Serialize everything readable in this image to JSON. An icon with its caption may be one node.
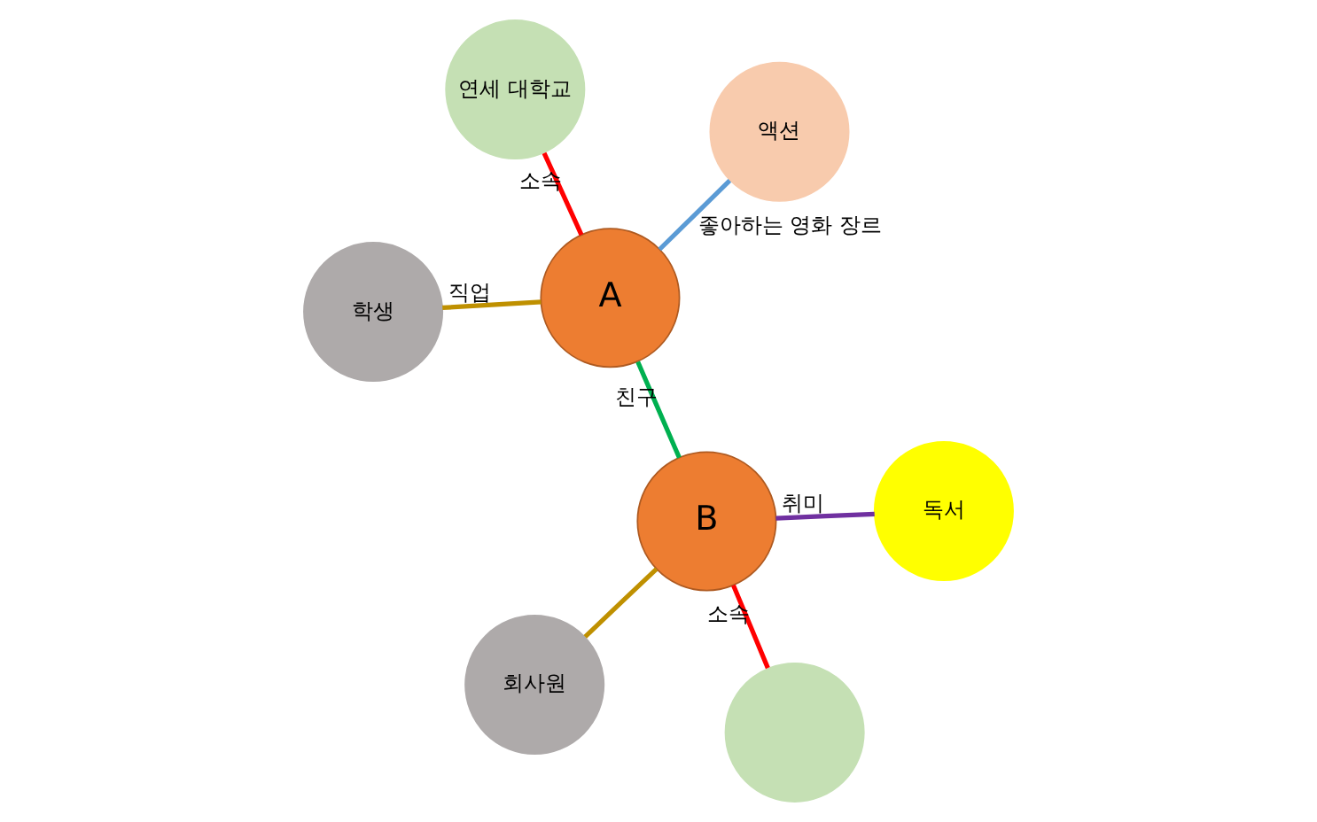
{
  "diagram": {
    "nodes": [
      {
        "text": [
          "연세 대학교"
        ]
      },
      {
        "text": [
          "독서"
        ]
      },
      {
        "text": [],
        "shape": "circle"
      },
      {
        "text": [
          "A"
        ]
      },
      {
        "text": [
          "B"
        ]
      },
      {
        "text": [
          "학생"
        ]
      },
      {
        "text": [
          "회사원"
        ]
      },
      {
        "text": [
          "액션"
        ]
      }
    ],
    "edges": [
      {
        "from": 3,
        "to": 0,
        "arrow": "none",
        "label": "소속",
        "color": "#ff0000"
      },
      {
        "from": 3,
        "to": 4,
        "arrow": "none",
        "label": "친구",
        "color": "#00b050"
      },
      {
        "from": 4,
        "to": 1,
        "arrow": "none",
        "label": "취미",
        "color": "#7030a0"
      },
      {
        "from": 4,
        "to": 2,
        "arrow": "none",
        "label": "소속",
        "color": "#ff0000"
      },
      {
        "from": 3,
        "to": 5,
        "arrow": "none",
        "label": "직업",
        "color": "#bf9000"
      },
      {
        "from": 3,
        "to": 7,
        "arrow": "none",
        "label": "좋아하는 영화 장르",
        "color": "#5b9bd5"
      },
      {
        "from": 4,
        "to": 6,
        "arrow": "none",
        "color": "#bf9000"
      }
    ]
  }
}
